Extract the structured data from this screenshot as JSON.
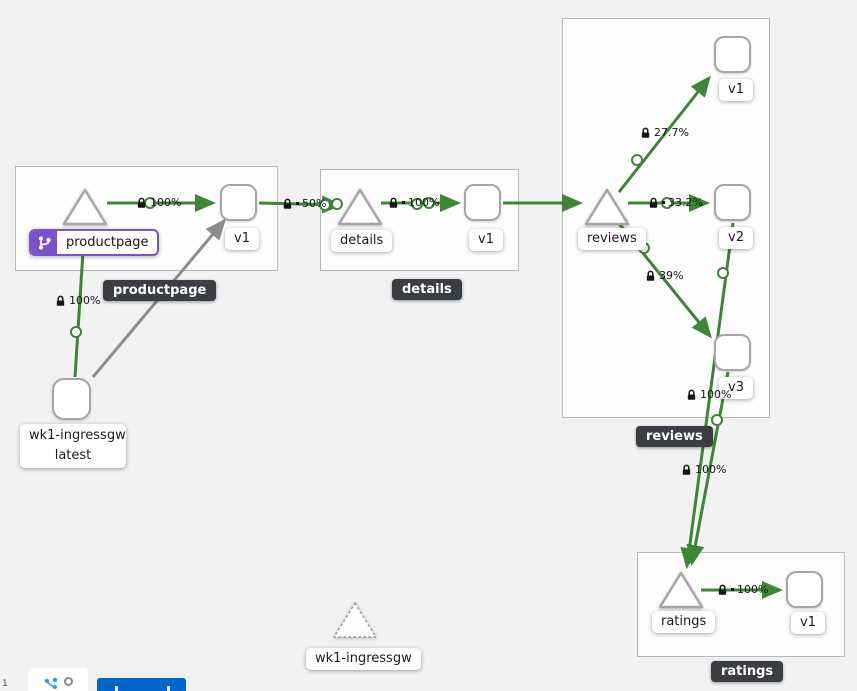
{
  "app": "service-mesh-graph",
  "colors": {
    "edge_green": "#3e8635",
    "edge_gray": "#8d8d8d",
    "node_border": "#a6a6a6",
    "badge_purple": "#7a52c9",
    "tooltip_bg": "#3a3d42",
    "legend_button_blue": "#0066cc"
  },
  "graph": {
    "namespace_boxes": [
      {
        "name": "productpage"
      },
      {
        "name": "details"
      },
      {
        "name": "reviews"
      },
      {
        "name": "ratings"
      }
    ],
    "nodes": {
      "productpage_service": {
        "label": "productpage",
        "type": "service-triangle",
        "badge": "virtual-service"
      },
      "productpage_v1": {
        "label": "v1",
        "type": "workload-square"
      },
      "details_service": {
        "label": "details",
        "type": "service-triangle"
      },
      "details_v1": {
        "label": "v1",
        "type": "workload-square"
      },
      "reviews_service": {
        "label": "reviews",
        "type": "service-triangle"
      },
      "reviews_v1": {
        "label": "v1",
        "type": "workload-square"
      },
      "reviews_v2": {
        "label": "v2",
        "type": "workload-square"
      },
      "reviews_v3": {
        "label": "v3",
        "type": "workload-square"
      },
      "ratings_service": {
        "label": "ratings",
        "type": "service-triangle"
      },
      "ratings_v1": {
        "label": "v1",
        "type": "workload-square"
      },
      "ingress_workload": {
        "line1": "wk1-ingressgw",
        "line2": "latest",
        "type": "workload-square"
      },
      "ingress_service": {
        "label": "wk1-ingressgw",
        "type": "service-triangle-dashed"
      }
    },
    "edges": {
      "ingress_to_productpage": {
        "from": "wk1-ingressgw",
        "to": "productpage",
        "label": "100%",
        "lock": true,
        "color": "green"
      },
      "ingress_to_productpage_v1": {
        "from": "wk1-ingressgw",
        "to": "productpage v1",
        "label": "",
        "lock": false,
        "color": "gray"
      },
      "productpage_to_v1": {
        "from": "productpage",
        "to": "productpage v1",
        "label": "100%",
        "lock": true,
        "color": "green"
      },
      "productpage_v1_to_details": {
        "from": "productpage v1",
        "to": "details",
        "label": "50%",
        "lock": true,
        "color": "green"
      },
      "details_to_v1": {
        "from": "details",
        "to": "details v1",
        "label": "100%",
        "lock": true,
        "color": "green"
      },
      "details_v1_to_reviews": {
        "from": "details v1",
        "to": "reviews",
        "label": "",
        "lock": false,
        "color": "green"
      },
      "reviews_to_v1": {
        "from": "reviews",
        "to": "reviews v1",
        "label": "27.7%",
        "lock": true,
        "color": "green"
      },
      "reviews_to_v2": {
        "from": "reviews",
        "to": "reviews v2",
        "label": "33.2%",
        "lock": true,
        "color": "green"
      },
      "reviews_to_v3": {
        "from": "reviews",
        "to": "reviews v3",
        "label": "39%",
        "lock": true,
        "color": "green"
      },
      "reviews_v3_to_ratings": {
        "from": "reviews v3",
        "to": "ratings",
        "label": "100%",
        "lock": true,
        "color": "green"
      },
      "reviews_v2_to_ratings": {
        "from": "reviews v2",
        "to": "ratings",
        "label": "100%",
        "lock": true,
        "color": "green"
      },
      "ratings_to_v1": {
        "from": "ratings",
        "to": "ratings v1",
        "label": "100%",
        "lock": true,
        "color": "green"
      }
    },
    "tooltips": {
      "productpage": "productpage",
      "details": "details",
      "reviews": "reviews",
      "ratings": "ratings"
    },
    "icons": {
      "lock": "mtls-lock-icon",
      "badge": "code-branch-icon",
      "traffic_dot": "traffic-circle"
    }
  },
  "toolbar": {
    "zoom_level": "1"
  }
}
